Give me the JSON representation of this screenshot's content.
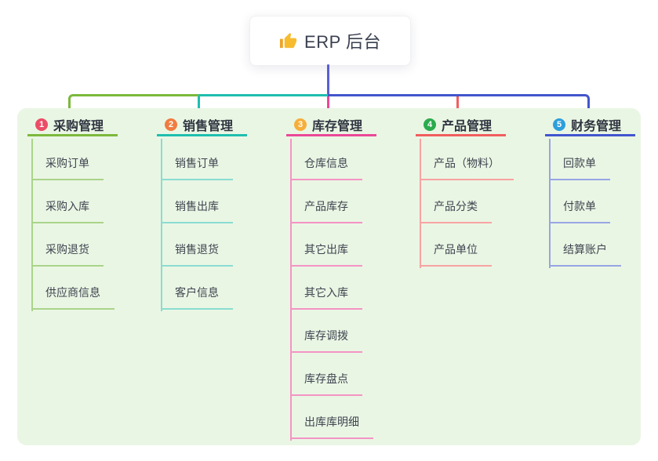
{
  "root": {
    "title": "ERP 后台",
    "icon": "thumbs-up-icon"
  },
  "branches": [
    {
      "index": "1",
      "label": "采购管理",
      "badge_color": "#eb4d67",
      "line_color": "#7cb93c",
      "child_line_color": "#a9d489",
      "children": [
        "采购订单",
        "采购入库",
        "采购退货",
        "供应商信息"
      ]
    },
    {
      "index": "2",
      "label": "销售管理",
      "badge_color": "#f07c41",
      "line_color": "#1fbfae",
      "child_line_color": "#8adcd2",
      "children": [
        "销售订单",
        "销售出库",
        "销售退货",
        "客户信息"
      ]
    },
    {
      "index": "3",
      "label": "库存管理",
      "badge_color": "#f6ae3b",
      "line_color": "#ea4898",
      "child_line_color": "#f394c4",
      "children": [
        "仓库信息",
        "产品库存",
        "其它出库",
        "其它入库",
        "库存调拨",
        "库存盘点",
        "出库库明细"
      ]
    },
    {
      "index": "4",
      "label": "产品管理",
      "badge_color": "#2bab4d",
      "line_color": "#f15e5e",
      "child_line_color": "#f8a3a3",
      "children": [
        "产品（物料）",
        "产品分类",
        "产品单位"
      ]
    },
    {
      "index": "5",
      "label": "财务管理",
      "badge_color": "#2d9fdb",
      "line_color": "#4255cf",
      "child_line_color": "#97a5e3",
      "children": [
        "回款单",
        "付款单",
        "结算账户"
      ]
    }
  ],
  "connectors": {
    "root_stem_color": "#5a5fd4",
    "left_segment_color": "#7cb93c",
    "middle_segment_color": "#1fbfae",
    "right_segment_color": "#4355cb"
  },
  "canvas": {
    "background": "#ffffff",
    "panel_background": "#eaf6e4"
  }
}
